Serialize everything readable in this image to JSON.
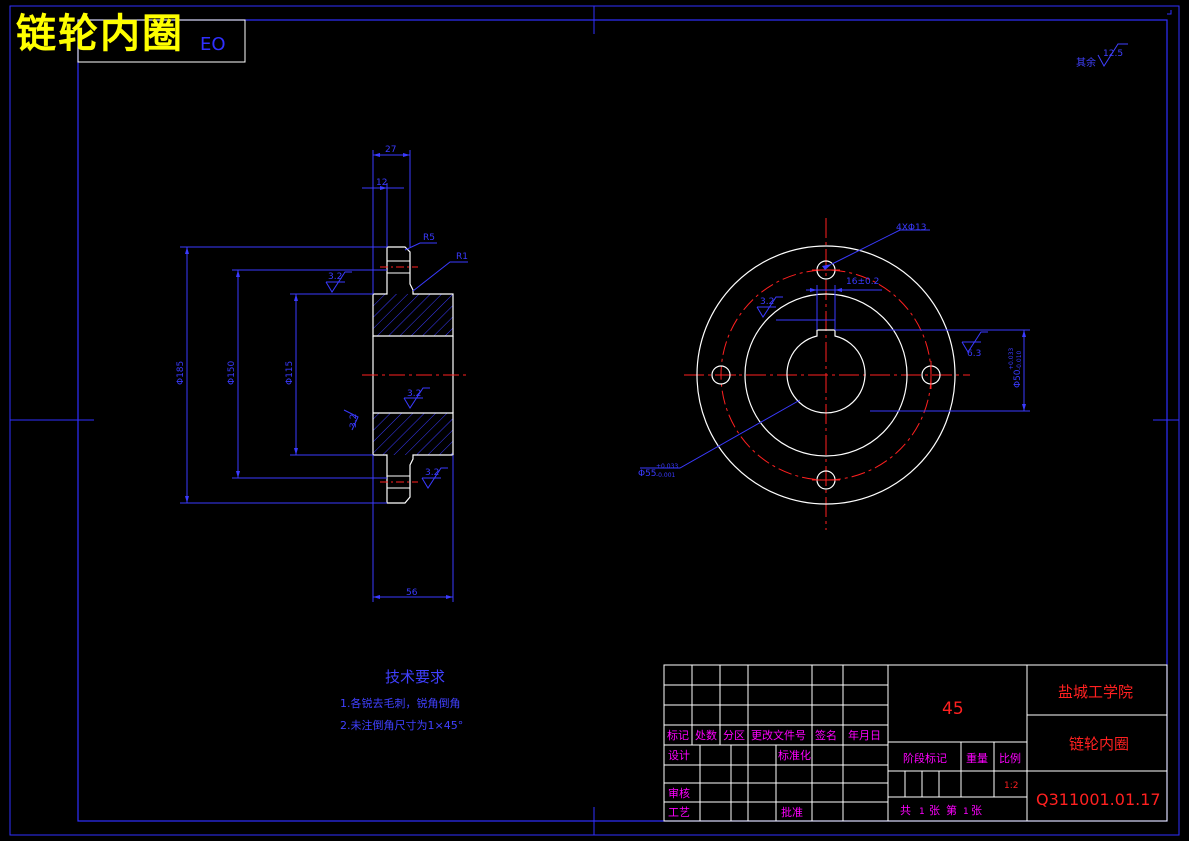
{
  "title_overlay": "链轮内圈",
  "corner_box_text": "EO",
  "surface_finish": {
    "note": "其余",
    "value": "12.5"
  },
  "left_view": {
    "dim_top_total": "27",
    "dim_top_inner": "12",
    "radius_top": "R5",
    "radius_right": "R1",
    "roughness_top": "3.2",
    "roughness_middle": "3.2",
    "roughness_left": "3.2",
    "roughness_bottom": "3.2",
    "dia_outer": "Φ185",
    "dia_mid": "Φ150",
    "dia_inner": "Φ115",
    "dim_bottom": "56"
  },
  "right_view": {
    "holes_label": "4XΦ13",
    "key_width": "16±0.2",
    "roughness_key": "3.2",
    "roughness_right": "6.3",
    "dia_right": "Φ50",
    "dia_right_tol_upper": "+0.033",
    "dia_right_tol_lower": "-0.010",
    "dia_bore": "Φ55",
    "dia_bore_tol_upper": "+0.033",
    "dia_bore_tol_lower": "-0.001"
  },
  "tech_requirements": {
    "heading": "技术要求",
    "line1": "1.各锐去毛刺，锐角倒角",
    "line2": "2.未注倒角尺寸为1×45°"
  },
  "title_block": {
    "material": "45",
    "school": "盐城工学院",
    "part_name": "链轮内圈",
    "drawing_no": "Q311001.01.17",
    "scale": "1:2",
    "labels": {
      "mark": "标记",
      "count": "处数",
      "zone": "分区",
      "change_doc": "更改文件号",
      "sign": "签名",
      "date": "年月日",
      "design": "设计",
      "standardize": "标准化",
      "stage_mark": "阶段标记",
      "weight": "重量",
      "ratio": "比例",
      "review": "审核",
      "process": "工艺",
      "approve": "批准",
      "total": "共",
      "sheets": "张",
      "no": "第",
      "sheet_total": "1",
      "sheet_no": "1",
      "sheet": "张"
    }
  },
  "colors": {
    "frame": "#3030ff",
    "outline": "#ffffff",
    "center": "#ff2020",
    "dimension": "#3a3aff",
    "magenta": "#ff00ff",
    "overlay": "#ffff00"
  }
}
